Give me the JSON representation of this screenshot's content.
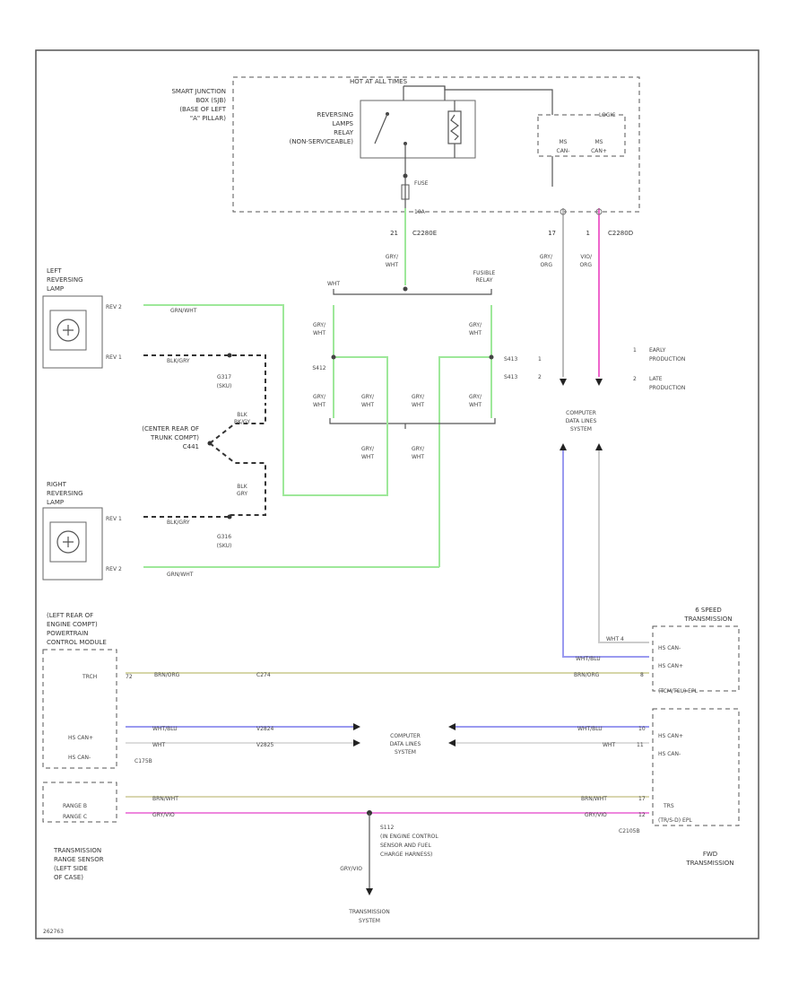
{
  "colors": {
    "grn_wht": "#9ee89a",
    "vio_org": "#ee88dd",
    "wht_blu": "#9a9af0",
    "brn_org": "#d6d6a8",
    "brn_wht": "#d9d6b0",
    "gry_vio": "#ee88dd",
    "wht": "#dddddd",
    "gry_org": "#bbbbbb",
    "frame": "#555555"
  },
  "sjb": {
    "title_lines": [
      "SMART JUNCTION",
      "BOX (SJB)",
      "(BASE OF LEFT",
      "\"A\" PILLAR)"
    ],
    "hot_label": "HOT AT ALL TIMES",
    "relay_lines": [
      "REVERSING",
      "LAMPS",
      "RELAY",
      "(NON-SERVICEABLE)"
    ],
    "fuse_label": "FUSE",
    "fuse_rating": "10A",
    "logic_label": "LOGIC",
    "ms1": "MS",
    "ms2": "MS",
    "can1": "CAN-",
    "can2": "CAN+"
  },
  "c2280": {
    "pin_left": "21",
    "connector": "C2280E",
    "pin_mid": "17",
    "pin_right": "1",
    "connector_right": "C2280D"
  },
  "wires": {
    "gry_wht": [
      "GRY/",
      "WHT"
    ],
    "gry_org": [
      "GRY/",
      "ORG"
    ],
    "vio_org": [
      "VIO/",
      "ORG"
    ],
    "wht_branch": "WHT",
    "fuel_relay": [
      "FUSIBLE",
      "RELAY"
    ],
    "s412": "S412",
    "s413": "S413",
    "opt1": "1",
    "opt2": "2"
  },
  "legend": {
    "n1": "1",
    "t1": [
      "EARLY",
      "PRODUCTION"
    ],
    "n2": "2",
    "t2": [
      "LATE",
      "PRODUCTION"
    ]
  },
  "left_lamp": {
    "title": [
      "LEFT",
      "REVERSING",
      "LAMP"
    ],
    "pin_top": "REV  2",
    "pin_bottom": "REV  1",
    "wire_top": "GRN/WHT",
    "wire_bottom": "BLK/GRY",
    "ground": [
      "G317",
      "(SKU)"
    ]
  },
  "center_ground": {
    "label": [
      "(CENTER REAR OF",
      "TRUNK COMPT)",
      "C441"
    ],
    "w1": [
      "BLK",
      "BK/GY"
    ],
    "w2": [
      "BLK",
      "GRY"
    ]
  },
  "right_lamp": {
    "title": [
      "RIGHT",
      "REVERSING",
      "LAMP"
    ],
    "pin_top": "REV  1",
    "pin_bottom": "REV  2",
    "wire_top": "BLK/GRY",
    "wire_bottom": "GRN/WHT",
    "ground": [
      "G316",
      "(SKU)"
    ]
  },
  "cdl_top": {
    "label": [
      "COMPUTER",
      "DATA LINES",
      "SYSTEM"
    ]
  },
  "trans6": {
    "title": [
      "6 SPEED",
      "TRANSMISSION"
    ],
    "pin_wht": "WHT  4",
    "pin_hscan_minus": "HS CAN-",
    "pin_hscan_plus": "HS CAN+",
    "pin_trs": "(TCM/TCU) EPL",
    "wire_wht_blu": "WHT/BLU"
  },
  "pcm": {
    "title": [
      "(LEFT REAR OF",
      "ENGINE COMPT)",
      "POWERTRAIN",
      "CONTROL MODULE"
    ],
    "trch": "TRCH",
    "pin_trch": "72",
    "hscan_plus": "HS CAN+",
    "hscan_minus": "HS CAN-",
    "connector": "C175B",
    "range_b": "RANGE B",
    "range_c": "RANGE C"
  },
  "bus": {
    "brn_org": "BRN/ORG",
    "c274": "C274",
    "wht_blu": "WHT/BLU",
    "wht": "WHT",
    "v2824": "V2824",
    "v2825": "V2825",
    "brn_wht": "BRN/WHT",
    "gry_vio": "GRY/VIO",
    "pin_r8": "8",
    "pin_r10": "10",
    "pin_r11": "11",
    "pin_r17": "17",
    "pin_r12": "12"
  },
  "cdl_mid": {
    "label": [
      "COMPUTER",
      "DATA LINES",
      "SYSTEM"
    ]
  },
  "trs_sensor": {
    "title": [
      "TRANSMISSION",
      "RANGE SENSOR",
      "(LEFT SIDE",
      "OF CASE)"
    ]
  },
  "trans_right": {
    "hscan_plus": "HS CAN+",
    "hscan_minus": "HS CAN-",
    "trs": "TRS",
    "epl": "(TR/S-D) EPL",
    "connector": "C2105B",
    "title": [
      "FWD",
      "TRANSMISSION"
    ]
  },
  "s112": {
    "label": [
      "S112",
      "(IN ENGINE CONTROL",
      "SENSOR AND FUEL",
      "CHARGE HARNESS)"
    ],
    "wire": "GRY/VIO"
  },
  "trans_sys": {
    "label": [
      "TRANSMISSION",
      "SYSTEM"
    ]
  },
  "footer": {
    "code": "262763"
  }
}
